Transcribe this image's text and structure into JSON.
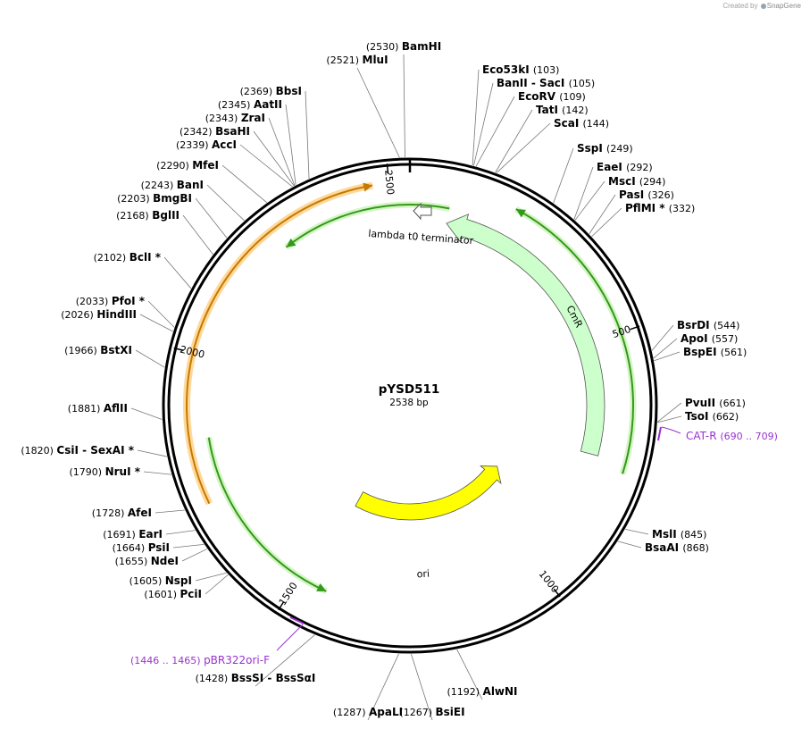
{
  "credit": {
    "prefix": "Created by",
    "brand": "SnapGene"
  },
  "plasmid": {
    "name": "pYSD511",
    "size_label": "2538 bp",
    "length": 2538
  },
  "ruler": [
    {
      "label": "500",
      "pos": 500
    },
    {
      "label": "1000",
      "pos": 1000
    },
    {
      "label": "1500",
      "pos": 1500
    },
    {
      "label": "2000",
      "pos": 2000
    },
    {
      "label": "2500",
      "pos": 2500
    }
  ],
  "colors": {
    "cmr": "#ccffcc",
    "ori": "#ffff00",
    "green_arrow": "#33991a",
    "orange_arc": "#c57a00",
    "primer": "#9933cc",
    "site_line": "#777777"
  },
  "features": [
    {
      "name": "CmR",
      "type": "cds",
      "start": 80,
      "end": 740,
      "direction": -1
    },
    {
      "name": "ori",
      "type": "rep_origin",
      "start": 880,
      "end": 1470,
      "direction": -1
    },
    {
      "name": "lambda t0 terminator",
      "type": "terminator",
      "pos": 2538
    }
  ],
  "primers": [
    {
      "name": "CAT-R",
      "range": "(690 .. 709)",
      "pos": 700
    },
    {
      "name": "pBR322ori-F",
      "range": "(1446 .. 1465)",
      "pos": 1455
    }
  ],
  "sites": [
    {
      "name": "BamHI",
      "pos": 2530,
      "pos_label": "(2530)"
    },
    {
      "name": "MluI",
      "pos": 2521,
      "pos_label": "(2521)"
    },
    {
      "name": "Eco53kI",
      "pos": 103,
      "pos_label": "(103)"
    },
    {
      "name": "BanII - SacI",
      "pos": 105,
      "pos_label": "(105)"
    },
    {
      "name": "EcoRV",
      "pos": 109,
      "pos_label": "(109)"
    },
    {
      "name": "TatI",
      "pos": 142,
      "pos_label": "(142)"
    },
    {
      "name": "ScaI",
      "pos": 144,
      "pos_label": "(144)"
    },
    {
      "name": "SspI",
      "pos": 249,
      "pos_label": "(249)"
    },
    {
      "name": "EaeI",
      "pos": 292,
      "pos_label": "(292)"
    },
    {
      "name": "MscI",
      "pos": 294,
      "pos_label": "(294)"
    },
    {
      "name": "PasI",
      "pos": 326,
      "pos_label": "(326)"
    },
    {
      "name": "PflMI *",
      "pos": 332,
      "pos_label": "(332)"
    },
    {
      "name": "BsrDI",
      "pos": 544,
      "pos_label": "(544)"
    },
    {
      "name": "ApoI",
      "pos": 557,
      "pos_label": "(557)"
    },
    {
      "name": "BspEI",
      "pos": 561,
      "pos_label": "(561)"
    },
    {
      "name": "PvuII",
      "pos": 661,
      "pos_label": "(661)"
    },
    {
      "name": "TsoI",
      "pos": 662,
      "pos_label": "(662)"
    },
    {
      "name": "MslI",
      "pos": 845,
      "pos_label": "(845)"
    },
    {
      "name": "BsaAI",
      "pos": 868,
      "pos_label": "(868)"
    },
    {
      "name": "AlwNI",
      "pos": 1192,
      "pos_label": "(1192)"
    },
    {
      "name": "BsiEI",
      "pos": 1267,
      "pos_label": "(1267)"
    },
    {
      "name": "ApaLI",
      "pos": 1287,
      "pos_label": "(1287)"
    },
    {
      "name": "BssSI - BssSαI",
      "pos": 1428,
      "pos_label": "(1428)"
    },
    {
      "name": "PciI",
      "pos": 1601,
      "pos_label": "(1601)"
    },
    {
      "name": "NspI",
      "pos": 1605,
      "pos_label": "(1605)"
    },
    {
      "name": "NdeI",
      "pos": 1655,
      "pos_label": "(1655)"
    },
    {
      "name": "PsiI",
      "pos": 1664,
      "pos_label": "(1664)"
    },
    {
      "name": "EarI",
      "pos": 1691,
      "pos_label": "(1691)"
    },
    {
      "name": "AfeI",
      "pos": 1728,
      "pos_label": "(1728)"
    },
    {
      "name": "NruI *",
      "pos": 1790,
      "pos_label": "(1790)"
    },
    {
      "name": "CsiI - SexAI *",
      "pos": 1820,
      "pos_label": "(1820)"
    },
    {
      "name": "AflII",
      "pos": 1881,
      "pos_label": "(1881)"
    },
    {
      "name": "BstXI",
      "pos": 1966,
      "pos_label": "(1966)"
    },
    {
      "name": "HindIII",
      "pos": 2026,
      "pos_label": "(2026)"
    },
    {
      "name": "PfoI *",
      "pos": 2033,
      "pos_label": "(2033)"
    },
    {
      "name": "BclI *",
      "pos": 2102,
      "pos_label": "(2102)"
    },
    {
      "name": "BglII",
      "pos": 2168,
      "pos_label": "(2168)"
    },
    {
      "name": "BmgBI",
      "pos": 2203,
      "pos_label": "(2203)"
    },
    {
      "name": "BanI",
      "pos": 2243,
      "pos_label": "(2243)"
    },
    {
      "name": "MfeI",
      "pos": 2290,
      "pos_label": "(2290)"
    },
    {
      "name": "AccI",
      "pos": 2339,
      "pos_label": "(2339)"
    },
    {
      "name": "BsaHI",
      "pos": 2342,
      "pos_label": "(2342)"
    },
    {
      "name": "ZraI",
      "pos": 2343,
      "pos_label": "(2343)"
    },
    {
      "name": "AatII",
      "pos": 2345,
      "pos_label": "(2345)"
    },
    {
      "name": "BbsI",
      "pos": 2369,
      "pos_label": "(2369)"
    }
  ]
}
